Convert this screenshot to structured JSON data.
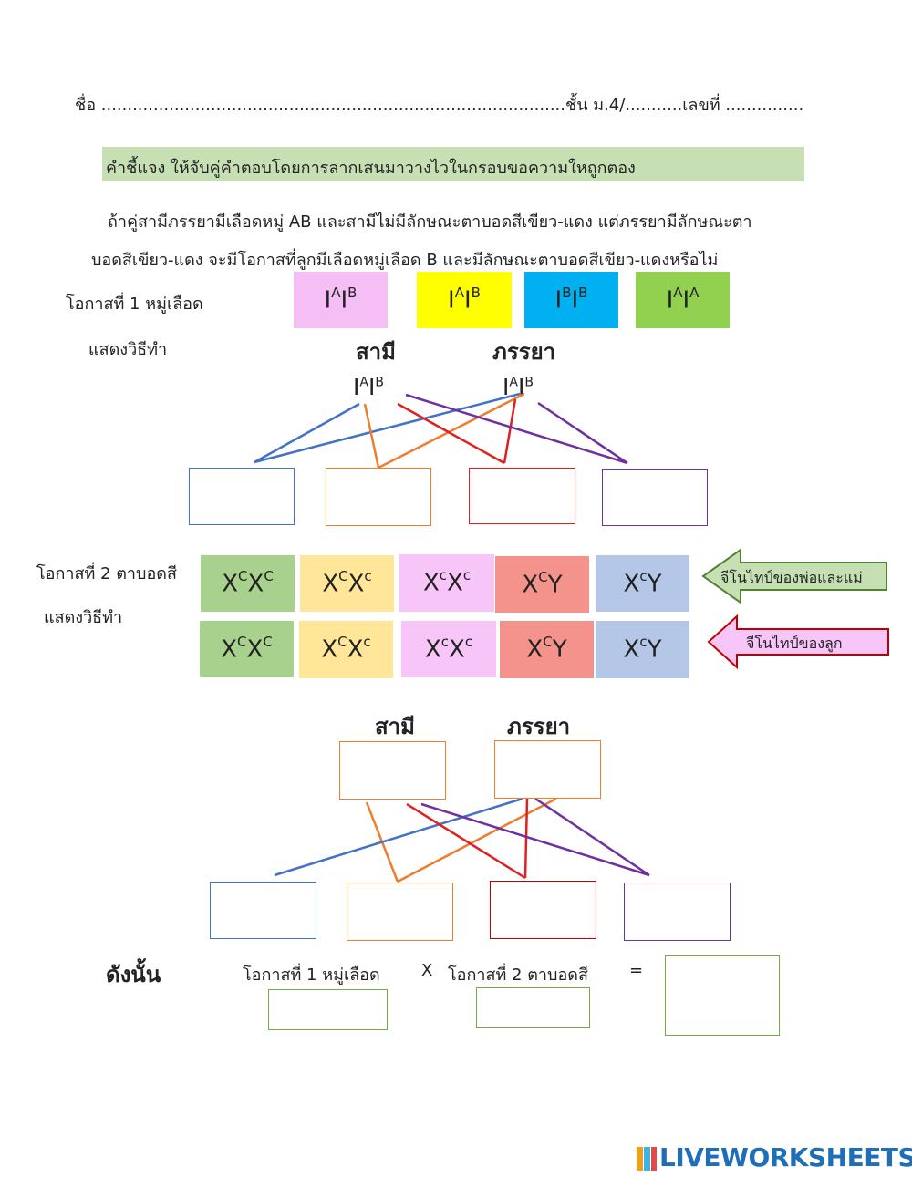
{
  "header": {
    "name_line": "ชื่อ .........................................................................................ชั้น ม.4/...........เลขที่ ..............."
  },
  "instruction": "คำชี้แจง  ให้จับคู่คำตอบโดยการลากเสนมาวางไวในกรอบขอความใหถูกตอง",
  "question": {
    "line1": "ถ้าคู่สามีภรรยามีเลือดหมู่ AB และสามีไม่มีลักษณะตาบอดสีเขียว-แดง แต่ภรรยามีลักษณะตา",
    "line2": "บอดสีเขียว-แดง จะมีโอกาสที่ลูกมีเลือดหมู่เลือด B และมีลักษณะตาบอดสีเขียว-แดงหรือไม่"
  },
  "part1": {
    "label": "โอกาสที่ 1 หมู่เลือด",
    "method": "แสดงวิธีทำ",
    "husband": "สามี",
    "wife": "ภรรยา",
    "husband_genotype": {
      "base": "I",
      "a": "A",
      "b": "B"
    },
    "wife_genotype": {
      "base": "I",
      "a": "A",
      "b": "B"
    },
    "options": [
      {
        "a": "A",
        "b": "B",
        "color": "#f5bff5"
      },
      {
        "a": "A",
        "b": "B",
        "color": "#ffff00"
      },
      {
        "a": "B",
        "b": "B",
        "color": "#00b0f0"
      },
      {
        "a": "A",
        "b": "A",
        "color": "#92d050"
      }
    ],
    "child_box_colors": [
      "#4472c4",
      "#ed7d31",
      "#e02020",
      "#7030a0"
    ]
  },
  "part2": {
    "label": "โอกาสที่ 2 ตาบอดสี",
    "method": "แสดงวิธีทำ",
    "row1": [
      {
        "g1": "X",
        "s1": "C",
        "g2": "X",
        "s2": "C",
        "color": "#a9d18e"
      },
      {
        "g1": "X",
        "s1": "C",
        "g2": "X",
        "s2": "c",
        "color": "#ffe699"
      },
      {
        "g1": "X",
        "s1": "c",
        "g2": "X",
        "s2": "c",
        "color": "#f8c5f8"
      },
      {
        "g1": "X",
        "s1": "C",
        "g2": "Y",
        "s2": "",
        "color": "#f4928c"
      },
      {
        "g1": "X",
        "s1": "c",
        "g2": "Y",
        "s2": "",
        "color": "#b4c7e7"
      }
    ],
    "row2": [
      {
        "g1": "X",
        "s1": "C",
        "g2": "X",
        "s2": "C",
        "color": "#a9d18e"
      },
      {
        "g1": "X",
        "s1": "C",
        "g2": "X",
        "s2": "c",
        "color": "#ffe699"
      },
      {
        "g1": "X",
        "s1": "c",
        "g2": "X",
        "s2": "c",
        "color": "#f8c5f8"
      },
      {
        "g1": "X",
        "s1": "C",
        "g2": "Y",
        "s2": "",
        "color": "#f4928c"
      },
      {
        "g1": "X",
        "s1": "c",
        "g2": "Y",
        "s2": "",
        "color": "#b4c7e7"
      }
    ],
    "arrow_parents": "จีโนไทป์ของพ่อและแม่",
    "arrow_children": "จีโนไทป์ของลูก",
    "husband": "สามี",
    "wife": "ภรรยา"
  },
  "conclusion": {
    "therefore": "ดังนั้น",
    "chance1": "โอกาสที่ 1 หมู่เลือด",
    "times": "X",
    "chance2": "โอกาสที่ 2 ตาบอดสี",
    "equals": "="
  },
  "brand": {
    "name": "LIVEWORKSHEETS",
    "logo_text": "LIVE"
  }
}
